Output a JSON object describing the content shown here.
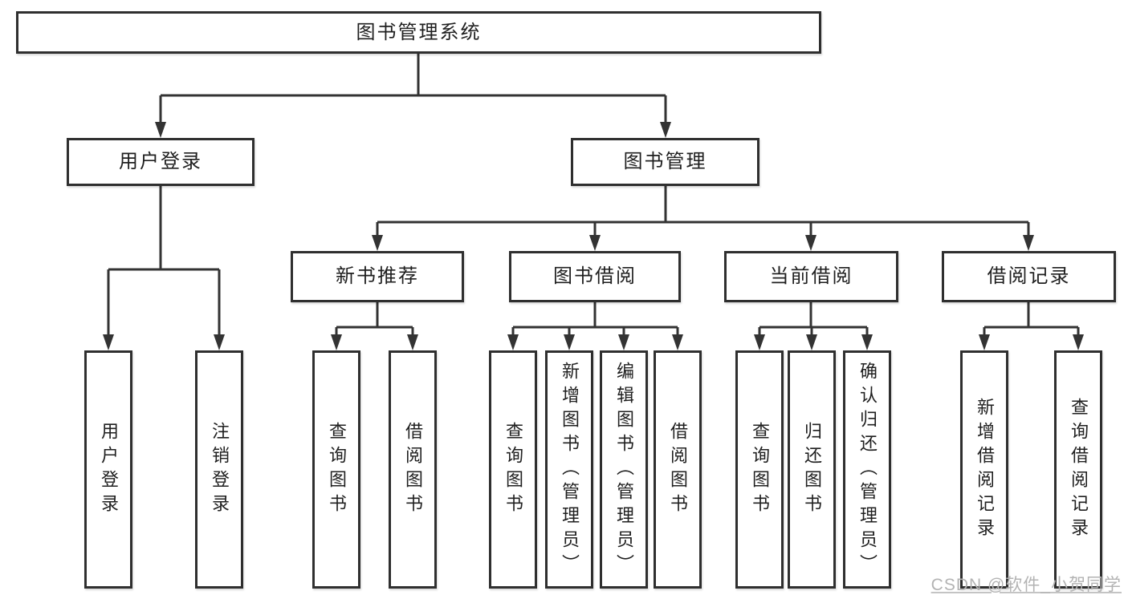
{
  "diagram": {
    "root": {
      "label": "图书管理系统"
    },
    "level2": [
      {
        "label": "用户登录",
        "children": [
          {
            "label": "用户登录"
          },
          {
            "label": "注销登录"
          }
        ]
      },
      {
        "label": "图书管理"
      }
    ],
    "level3": [
      {
        "label": "新书推荐",
        "children": [
          {
            "label": "查询图书"
          },
          {
            "label": "借阅图书"
          }
        ]
      },
      {
        "label": "图书借阅",
        "children": [
          {
            "label": "查询图书"
          },
          {
            "label": "新增图书（管理员）"
          },
          {
            "label": "编辑图书（管理员）"
          },
          {
            "label": "借阅图书"
          }
        ]
      },
      {
        "label": "当前借阅",
        "children": [
          {
            "label": "查询图书"
          },
          {
            "label": "归还图书"
          },
          {
            "label": "确认归还（管理员）"
          }
        ]
      },
      {
        "label": "借阅记录",
        "children": [
          {
            "label": "新增借阅记录"
          },
          {
            "label": "查询借阅记录"
          }
        ]
      }
    ]
  },
  "colors": {
    "line": "#333333",
    "box_border": "#2f2f2f",
    "text": "#1f1f1f",
    "background": "#ffffff",
    "watermark_text_color": "#b3b3b3"
  },
  "watermark": {
    "text": "CSDN @软件_小贺同学"
  }
}
